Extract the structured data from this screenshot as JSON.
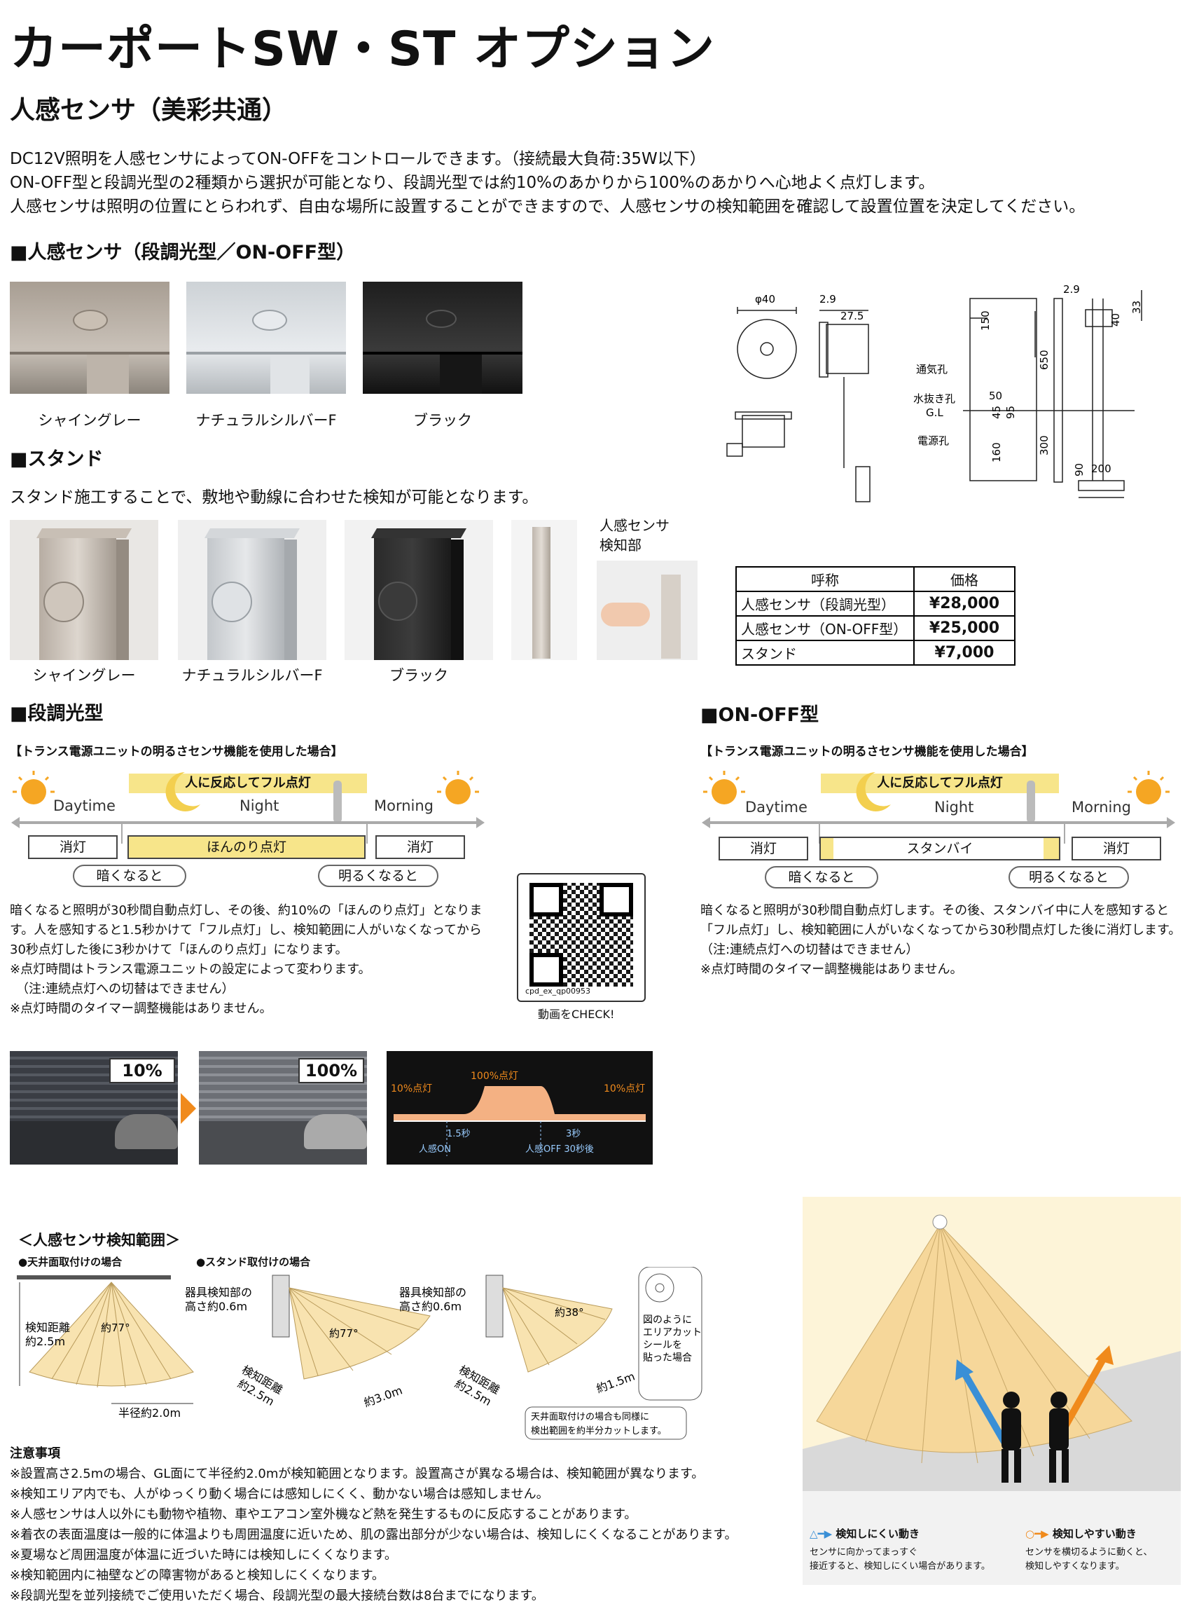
{
  "header": {
    "title": "カーポートSW・ST オプション",
    "subtitle": "人感センサ（美彩共通）"
  },
  "intro": [
    "DC12V照明を人感センサによってON-OFFをコントロールできます。（接続最大負荷:35W以下）",
    "ON-OFF型と段調光型の2種類から選択が可能となり、段調光型では約10%のあかりから100%のあかりへ心地よく点灯します。",
    "人感センサは照明の位置にとらわれず、自由な場所に設置することができますので、人感センサの検知範囲を確認して設置位置を決定してください。"
  ],
  "sensor_section": {
    "title": "■人感センサ（段調光型／ON-OFF型）",
    "colors": [
      "シャイングレー",
      "ナチュラルシルバーF",
      "ブラック"
    ]
  },
  "stand_section": {
    "title": "■スタンド",
    "desc": "スタンド施工することで、敷地や動線に合わせた検知が可能となります。",
    "colors": [
      "シャイングレー",
      "ナチュラルシルバーF",
      "ブラック"
    ],
    "detect_label_1": "人感センサ",
    "detect_label_2": "検知部"
  },
  "drawing": {
    "phi40": "φ40",
    "d29a": "2.9",
    "d275": "27.5",
    "d29b": "2.9",
    "d40": "40",
    "d33": "33",
    "vent": "通気孔",
    "drain": "水抜き孔",
    "gl": "G.L",
    "power": "電源孔",
    "d150": "150",
    "d50": "50",
    "d45": "45",
    "d95": "95",
    "d650": "650",
    "d160": "160",
    "d300": "300",
    "d90": "90",
    "d200": "200"
  },
  "price_table": {
    "header": [
      "呼称",
      "価格"
    ],
    "rows": [
      [
        "人感センサ（段調光型）",
        "¥28,000"
      ],
      [
        "人感センサ（ON-OFF型）",
        "¥25,000"
      ],
      [
        "スタンド",
        "¥7,000"
      ]
    ]
  },
  "dim_section": {
    "title": "■段調光型",
    "note": "【トランス電源ユニットの明るさセンサ機能を使用した場合】",
    "banner": "人に反応してフル点灯",
    "daytime": "Daytime",
    "night": "Night",
    "morning": "Morning",
    "off1": "消灯",
    "dim": "ほんのり点灯",
    "off2": "消灯",
    "dark": "暗くなると",
    "bright": "明るくなると",
    "text": [
      "暗くなると照明が30秒間自動点灯し、その後、約10%の「ほんのり点灯」となりま",
      "す。人を感知すると1.5秒かけて「フル点灯」し、検知範囲に人がいなくなってから",
      "30秒点灯した後に3秒かけて「ほんのり点灯」になります。",
      "※点灯時間はトランス電源ユニットの設定によって変わります。",
      "　（注:連続点灯への切替はできません）",
      "※点灯時間のタイマー調整機能はありません。"
    ]
  },
  "qr": {
    "code": "cpd_ex_qp00953",
    "check": "動画をCHECK!"
  },
  "onoff_section": {
    "title": "■ON-OFF型",
    "note": "【トランス電源ユニットの明るさセンサ機能を使用した場合】",
    "banner": "人に反応してフル点灯",
    "daytime": "Daytime",
    "night": "Night",
    "morning": "Morning",
    "off1": "消灯",
    "standby": "スタンバイ",
    "off2": "消灯",
    "dark": "暗くなると",
    "bright": "明るくなると",
    "text": [
      "暗くなると照明が30秒間自動点灯します。その後、スタンバイ中に人を感知すると",
      "「フル点灯」し、検知範囲に人がいなくなってから30秒間点灯した後に消灯します。",
      "（注:連続点灯への切替はできません）",
      "※点灯時間のタイマー調整機能はありません。"
    ]
  },
  "brightness": {
    "p10": "10%",
    "p100": "100%",
    "graph": {
      "l10a": "10%点灯",
      "l100": "100%点灯",
      "l10b": "10%点灯",
      "t15": "1.5秒",
      "t3": "3秒",
      "on": "人感ON",
      "off": "人感OFF 30秒後"
    }
  },
  "range_section": {
    "title": "＜人感センサ検知範囲＞",
    "ceiling": "●天井面取付けの場合",
    "stand": "●スタンド取付けの場合",
    "dist1": "検知距離",
    "dist2": "約2.5m",
    "angle77a": "約77°",
    "radius": "半径約2.0m",
    "h1": "器具検知部の",
    "h2": "高さ約0.6m",
    "angle77b": "約77°",
    "dist3": "検知距離",
    "dist4": "約2.5m",
    "d30": "約3.0m",
    "h3": "器具検知部の",
    "h4": "高さ約0.6m",
    "angle38": "約38°",
    "d15": "約1.5m",
    "dist5": "検知距離",
    "dist6": "約2.5m",
    "cut1": "図のように",
    "cut2": "エリアカット",
    "cut3": "シールを",
    "cut4": "貼った場合",
    "half1": "天井面取付けの場合も同様に",
    "half2": "検出範囲を約半分カットします。"
  },
  "notes": {
    "title": "注意事項",
    "items": [
      "※設置高さ2.5mの場合、GL面にて半径約2.0mが検知範囲となります。設置高さが異なる場合は、検知範囲が異なります。",
      "※検知エリア内でも、人がゆっくり動く場合には感知しにくく、動かない場合は感知しません。",
      "※人感センサは人以外にも動物や植物、車やエアコン室外機など熱を発生するものに反応することがあります。",
      "※着衣の表面温度は一般的に体温よりも周囲温度に近いため、肌の露出部分が少ない場合は、検知しにくくなることがあります。",
      "※夏場など周囲温度が体温に近づいた時には検知しにくくなります。",
      "※検知範囲内に袖壁などの障害物があると検知しにくくなります。",
      "※段調光型を並列接続でご使用いただく場合、段調光型の最大接続台数は8台までになります。"
    ]
  },
  "motion": {
    "hard": "検知しにくい動き",
    "hard1": "センサに向かってまっすぐ",
    "hard2": "接近すると、検知しにくい場合があります。",
    "easy": "検知しやすい動き",
    "easy1": "センサを横切るように動くと、",
    "easy2": "検知しやすくなります。"
  },
  "colors": {
    "yellow": "#f7e58a",
    "sun": "#f5a623",
    "blue": "#3a8fd6",
    "orange": "#f08a1c"
  }
}
